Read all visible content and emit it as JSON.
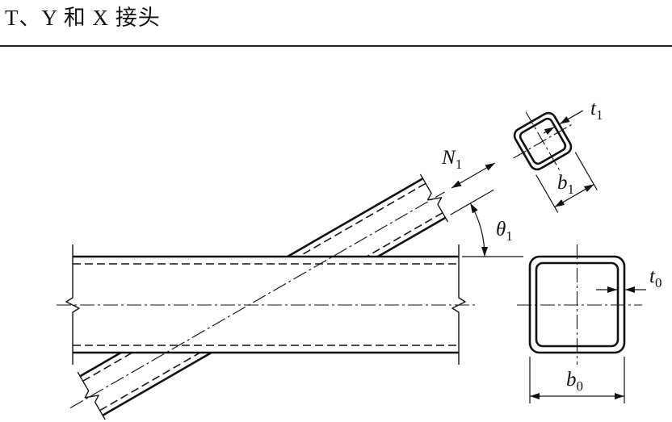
{
  "header": {
    "title": "T、Y 和 X 接头"
  },
  "labels": {
    "n1": {
      "symbol": "N",
      "sub": "1"
    },
    "theta1": {
      "symbol": "θ",
      "sub": "1"
    },
    "t1": {
      "symbol": "t",
      "sub": "1"
    },
    "b1": {
      "symbol": "b",
      "sub": "1"
    },
    "t0": {
      "symbol": "t",
      "sub": "0"
    },
    "b0": {
      "symbol": "b",
      "sub": "0"
    }
  }
}
